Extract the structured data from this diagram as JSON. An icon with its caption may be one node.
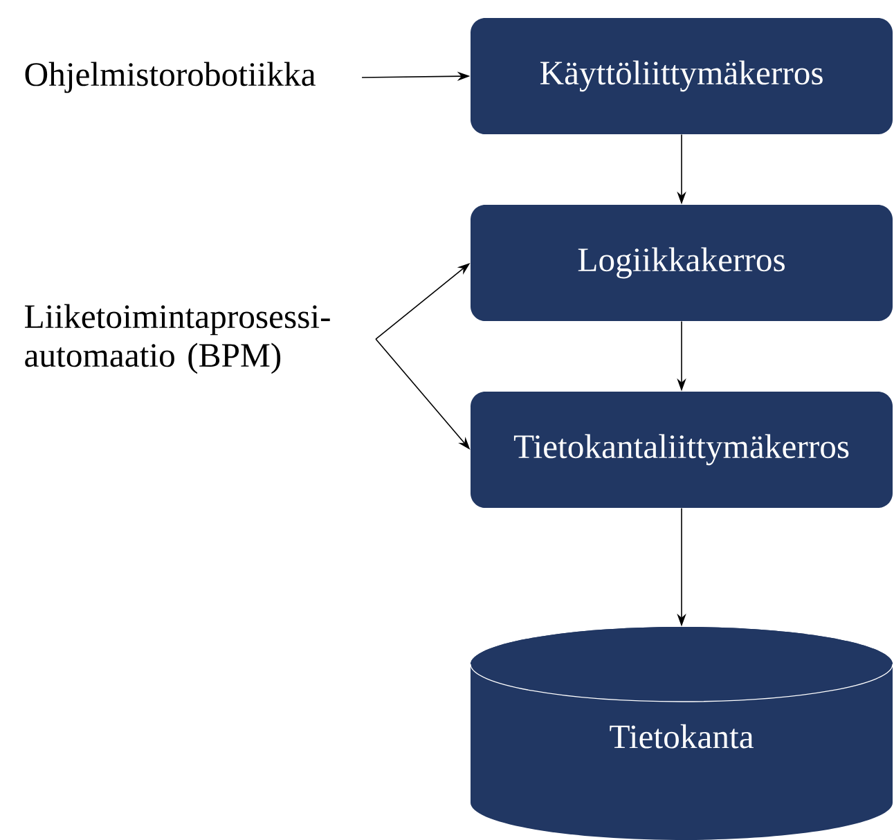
{
  "diagram": {
    "nodes": [
      {
        "text": [
          "Ohjelmistorobotiikka"
        ]
      },
      {
        "text": [
          "Käyttöliittymäkerros"
        ]
      },
      {
        "text": [
          "Logiikkakerros"
        ]
      },
      {
        "text": [
          "Liiketoimintaprosessi- automaatio (BPM)"
        ]
      },
      {
        "text": [
          "Tietokantaliittymäkerros"
        ]
      },
      {
        "text": [
          "Tietokanta"
        ]
      }
    ],
    "edges": [
      {
        "from": 0,
        "to": 1,
        "arrow": "to"
      },
      {
        "from": 1,
        "to": 2,
        "arrow": "to"
      },
      {
        "from": 3,
        "to": 2,
        "arrow": "to"
      },
      {
        "from": 3,
        "to": 4,
        "arrow": "to"
      },
      {
        "from": 2,
        "to": 4,
        "arrow": "to"
      },
      {
        "from": 4,
        "to": 5,
        "arrow": "to"
      }
    ]
  }
}
